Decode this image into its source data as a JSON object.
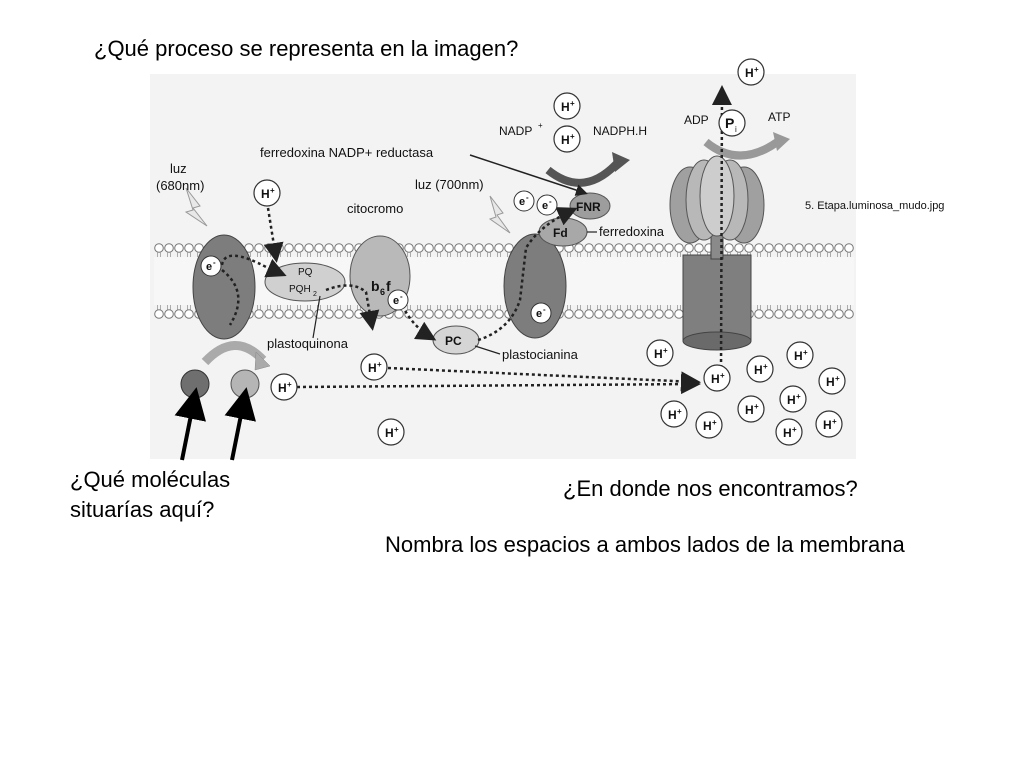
{
  "questions": {
    "title": "¿Qué proceso se representa en la imagen?",
    "molecules_line1": "¿Qué moléculas",
    "molecules_line2": "situarías aquí?",
    "where": "¿En donde nos encontramos?",
    "name_spaces": "Nombra los espacios a ambos lados de la membrana"
  },
  "diagram": {
    "file_label": "5. Etapa.luminosa_mudo.jpg",
    "luz_680": "luz",
    "luz_680_nm": "(680nm)",
    "luz_700": "luz (700nm)",
    "ferredoxina_reductasa": "ferredoxina NADP+ reductasa",
    "citocromo": "citocromo",
    "ferredoxina": "ferredoxina",
    "plastoquinona": "plastoquinona",
    "plastocianina": "plastocianina",
    "nadp": "NADP",
    "nadph": "NADPH.H",
    "adp": "ADP",
    "atp": "ATP",
    "pi": "P",
    "pi_sub": "i",
    "fnr": "FNR",
    "fd": "Fd",
    "pc": "PC",
    "pq": "PQ",
    "pqh2": "PQH",
    "b6f": "b",
    "b6f_sub": "6",
    "b6f_f": "f",
    "h_plus": "H",
    "electron": "e",
    "plus": "+",
    "minus": "-",
    "two": "2"
  }
}
